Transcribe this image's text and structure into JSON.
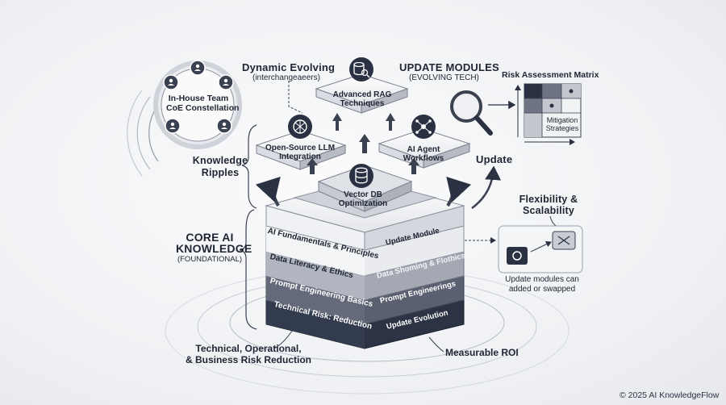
{
  "colors": {
    "dark": "#2a3142",
    "mid": "#6e7483",
    "light": "#f5f6f8",
    "line": "#3a4150"
  },
  "top": {
    "dynamic_title": "Dynamic Evolving",
    "dynamic_sub": "(interchangeaeers)",
    "update_title": "UPDATE MODULES",
    "update_sub": "(EVOLVING TECH)"
  },
  "team": {
    "line1": "In-House Team",
    "line2": "CoE Constellation"
  },
  "ripples": {
    "line1": "Knowledge",
    "line2": "Ripples"
  },
  "core": {
    "line1": "CORE AI",
    "line2": "KNOWLEDGE",
    "sub": "(FOUNDATIONAL)"
  },
  "modules": {
    "rag": {
      "line1": "Advanced RAG",
      "line2": "Techniques",
      "icon": "database-search-icon"
    },
    "llm": {
      "line1": "Open-Source LLM",
      "line2": "Integration",
      "icon": "openai-logo-icon"
    },
    "agent": {
      "line1": "AI Agent",
      "line2": "Workflows",
      "icon": "ai-network-icon"
    },
    "vector": {
      "line1": "Vector DB",
      "line2": "Optimization",
      "icon": "database-icon"
    }
  },
  "layers": [
    {
      "left": "AI Fundamentals & Principles",
      "right": "Update Module"
    },
    {
      "left": "Data Literacy & Ethics",
      "right": "Data Shoming & Flothics"
    },
    {
      "left": "Prompt Engineering Basics",
      "right": "Prompt Engineerings"
    },
    {
      "left": "Technical Risk: Reduction",
      "right": "Update Evolution"
    }
  ],
  "risk": {
    "title": "Risk Assessment Matrix",
    "line1": "Mitigation",
    "line2": "Strategies"
  },
  "update_label": "Update",
  "flex": {
    "line1": "Flexibility &",
    "line2": "Scalability",
    "cap1": "Update modules can",
    "cap2": "added or swapped"
  },
  "bottom": {
    "left1": "Technical, Operational,",
    "left2": "& Business Risk Reduction",
    "roi": "Measurable ROI"
  },
  "copyright": "© 2025 AI KnowledgeFlow"
}
